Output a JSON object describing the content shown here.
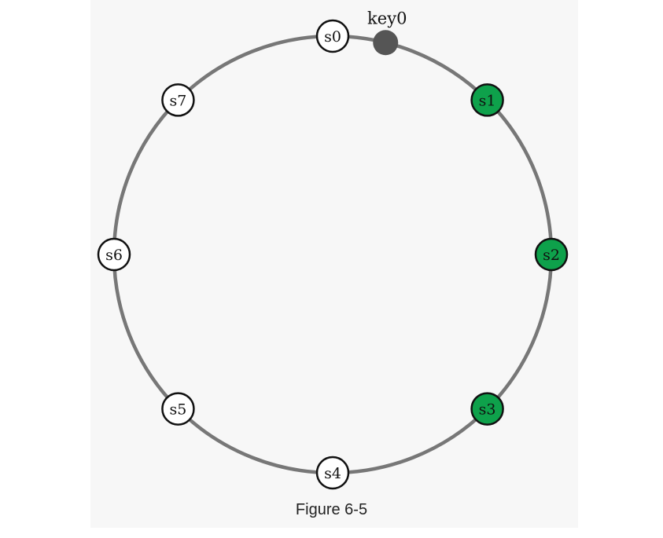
{
  "diagram": {
    "ring_color": "#777777",
    "server_fill_default": "#ffffff",
    "server_fill_highlight": "#0ea14b",
    "server_stroke": "#111111",
    "key_color": "#555555",
    "servers": [
      {
        "label": "s0",
        "angle_deg": 0,
        "highlighted": false
      },
      {
        "label": "s1",
        "angle_deg": 45,
        "highlighted": true
      },
      {
        "label": "s2",
        "angle_deg": 90,
        "highlighted": true
      },
      {
        "label": "s3",
        "angle_deg": 135,
        "highlighted": true
      },
      {
        "label": "s4",
        "angle_deg": 180,
        "highlighted": false
      },
      {
        "label": "s5",
        "angle_deg": 225,
        "highlighted": false
      },
      {
        "label": "s6",
        "angle_deg": 270,
        "highlighted": false
      },
      {
        "label": "s7",
        "angle_deg": 315,
        "highlighted": false
      }
    ],
    "key": {
      "label": "key0",
      "angle_deg": 14
    }
  },
  "caption": "Figure 6-5"
}
